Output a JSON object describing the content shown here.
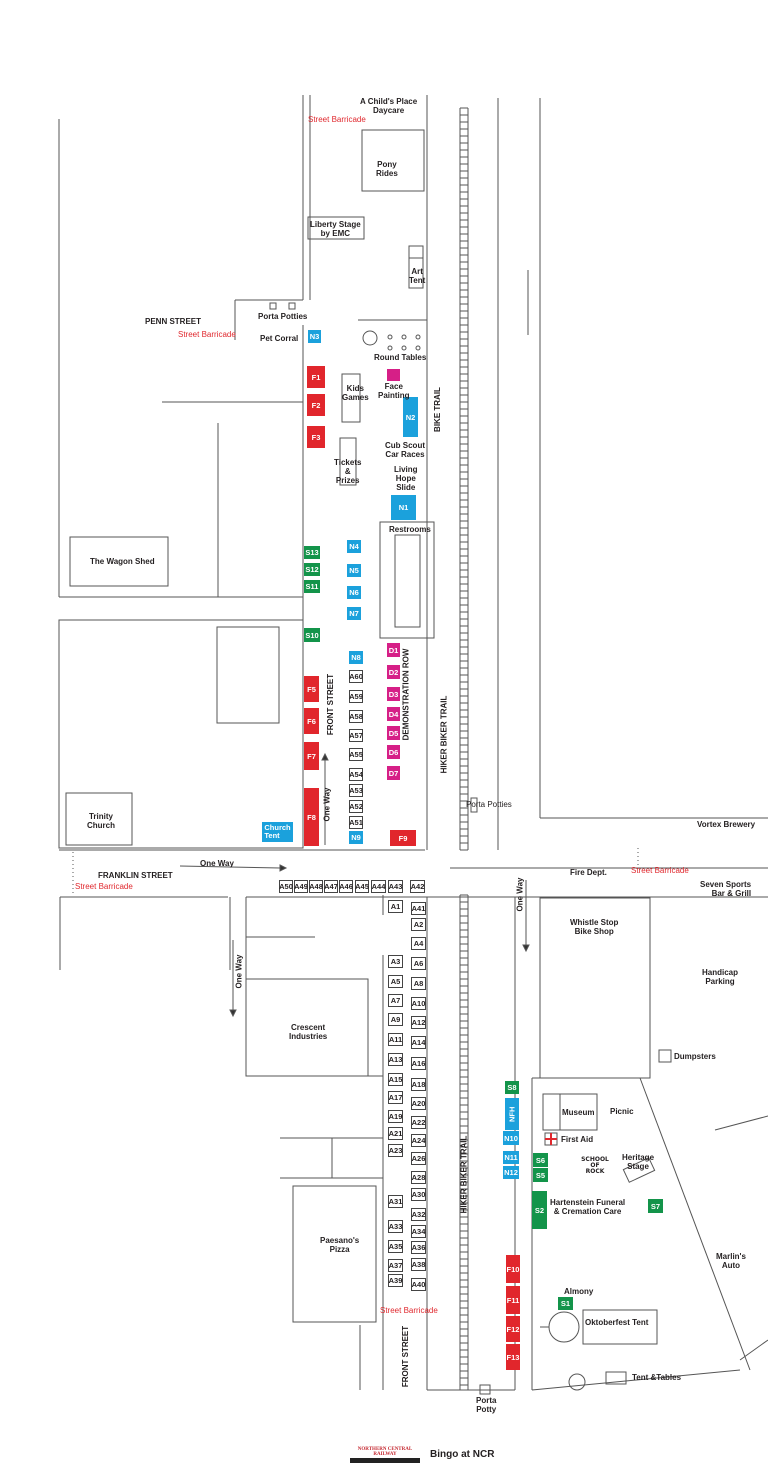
{
  "labels": {
    "daycare": "A Child's Place\nDaycare",
    "pony_rides": "Pony\nRides",
    "liberty_stage": "Liberty Stage\nby EMC",
    "art_tent": "Art\nTent",
    "penn_street": "PENN STREET",
    "porta_potties_top": "Porta Potties",
    "pet_corral": "Pet Corral",
    "round_tables": "Round Tables",
    "kids_games": "Kids\nGames",
    "face_painting": "Face\nPainting",
    "cub_scout": "Cub Scout\nCar Races",
    "bike_trail": "BIKE TRAIL",
    "tickets": "Tickets\n&\nPrizes",
    "living_hope": "Living\nHope\nSlide",
    "restrooms": "Restrooms",
    "wagon_shed": "The Wagon Shed",
    "front_street": "FRONT STREET",
    "demonstration_row": "DEMONSTRATION ROW",
    "hiker_biker_trail": "HIKER BIKER TRAIL",
    "one_way": "One Way",
    "porta_potties_mid": "Porta Potties",
    "trinity_church": "Trinity\nChurch",
    "church_tent": "Church\nTent",
    "vortex_brewery": "Vortex Brewery",
    "franklin_street": "FRANKLIN STREET",
    "fire_dept": "Fire Dept.",
    "seven_sports": "Seven Sports\nBar & Grill",
    "whistle_stop": "Whistle Stop\nBike Shop",
    "handicap_parking": "Handicap\nParking",
    "crescent": "Crescent\nIndustries",
    "dumpsters": "Dumpsters",
    "museum": "Museum",
    "picnic": "Picnic",
    "first_aid": "First Aid",
    "heritage_stage": "Heritage\nStage",
    "hartenstein": "Hartenstein Funeral\n& Cremation Care",
    "paesanos": "Paesano's\nPizza",
    "marlins": "Marlin's\nAuto",
    "almony": "Almony",
    "oktoberfest": "Oktoberfest Tent",
    "tent_tables": "Tent &Tables",
    "porta_potty": "Porta\nPotty",
    "street_barricade": "Street Barricade",
    "school_of_rock": "SCHOOL OF ROCK",
    "footer_logo": "NORTHERN CENTRAL RAILWAY",
    "footer_title": "Bingo at NCR"
  },
  "booths": [
    {
      "label": "F1",
      "color": "red"
    },
    {
      "label": "F2",
      "color": "red"
    },
    {
      "label": "F3",
      "color": "red"
    },
    {
      "label": "F5",
      "color": "red"
    },
    {
      "label": "F6",
      "color": "red"
    },
    {
      "label": "F7",
      "color": "red"
    },
    {
      "label": "F8",
      "color": "red"
    },
    {
      "label": "F9",
      "color": "red"
    },
    {
      "label": "F10",
      "color": "red"
    },
    {
      "label": "F11",
      "color": "red"
    },
    {
      "label": "F12",
      "color": "red"
    },
    {
      "label": "F13",
      "color": "red"
    },
    {
      "label": "N3",
      "color": "blue"
    },
    {
      "label": "N2",
      "color": "blue"
    },
    {
      "label": "N1",
      "color": "blue"
    },
    {
      "label": "N4",
      "color": "blue"
    },
    {
      "label": "N5",
      "color": "blue"
    },
    {
      "label": "N6",
      "color": "blue"
    },
    {
      "label": "N7",
      "color": "blue"
    },
    {
      "label": "N8",
      "color": "blue"
    },
    {
      "label": "N9",
      "color": "blue"
    },
    {
      "label": "NFH",
      "color": "blue"
    },
    {
      "label": "N10",
      "color": "blue"
    },
    {
      "label": "N11",
      "color": "blue"
    },
    {
      "label": "N12",
      "color": "blue"
    },
    {
      "label": "S13",
      "color": "green"
    },
    {
      "label": "S12",
      "color": "green"
    },
    {
      "label": "S11",
      "color": "green"
    },
    {
      "label": "S10",
      "color": "green"
    },
    {
      "label": "S8",
      "color": "green"
    },
    {
      "label": "S6",
      "color": "green"
    },
    {
      "label": "S5",
      "color": "green"
    },
    {
      "label": "S2",
      "color": "green"
    },
    {
      "label": "S7",
      "color": "green"
    },
    {
      "label": "S1",
      "color": "green"
    },
    {
      "label": "D1",
      "color": "magenta"
    },
    {
      "label": "D2",
      "color": "magenta"
    },
    {
      "label": "D3",
      "color": "magenta"
    },
    {
      "label": "D4",
      "color": "magenta"
    },
    {
      "label": "D5",
      "color": "magenta"
    },
    {
      "label": "D6",
      "color": "magenta"
    },
    {
      "label": "D7",
      "color": "magenta"
    },
    {
      "label": "A60",
      "color": "white"
    },
    {
      "label": "A59",
      "color": "white"
    },
    {
      "label": "A58",
      "color": "white"
    },
    {
      "label": "A57",
      "color": "white"
    },
    {
      "label": "A55",
      "color": "white"
    },
    {
      "label": "A54",
      "color": "white"
    },
    {
      "label": "A53",
      "color": "white"
    },
    {
      "label": "A52",
      "color": "white"
    },
    {
      "label": "A51",
      "color": "white"
    },
    {
      "label": "A50",
      "color": "white"
    },
    {
      "label": "A49",
      "color": "white"
    },
    {
      "label": "A48",
      "color": "white"
    },
    {
      "label": "A47",
      "color": "white"
    },
    {
      "label": "A46",
      "color": "white"
    },
    {
      "label": "A45",
      "color": "white"
    },
    {
      "label": "A44",
      "color": "white"
    },
    {
      "label": "A43",
      "color": "white"
    },
    {
      "label": "A42",
      "color": "white"
    },
    {
      "label": "A1",
      "color": "white"
    },
    {
      "label": "A3",
      "color": "white"
    },
    {
      "label": "A5",
      "color": "white"
    },
    {
      "label": "A7",
      "color": "white"
    },
    {
      "label": "A9",
      "color": "white"
    },
    {
      "label": "A11",
      "color": "white"
    },
    {
      "label": "A13",
      "color": "white"
    },
    {
      "label": "A15",
      "color": "white"
    },
    {
      "label": "A17",
      "color": "white"
    },
    {
      "label": "A19",
      "color": "white"
    },
    {
      "label": "A21",
      "color": "white"
    },
    {
      "label": "A23",
      "color": "white"
    },
    {
      "label": "A31",
      "color": "white"
    },
    {
      "label": "A33",
      "color": "white"
    },
    {
      "label": "A35",
      "color": "white"
    },
    {
      "label": "A37",
      "color": "white"
    },
    {
      "label": "A39",
      "color": "white"
    },
    {
      "label": "A41",
      "color": "white"
    },
    {
      "label": "A2",
      "color": "white"
    },
    {
      "label": "A4",
      "color": "white"
    },
    {
      "label": "A6",
      "color": "white"
    },
    {
      "label": "A8",
      "color": "white"
    },
    {
      "label": "A10",
      "color": "white"
    },
    {
      "label": "A12",
      "color": "white"
    },
    {
      "label": "A14",
      "color": "white"
    },
    {
      "label": "A16",
      "color": "white"
    },
    {
      "label": "A18",
      "color": "white"
    },
    {
      "label": "A20",
      "color": "white"
    },
    {
      "label": "A22",
      "color": "white"
    },
    {
      "label": "A24",
      "color": "white"
    },
    {
      "label": "A26",
      "color": "white"
    },
    {
      "label": "A28",
      "color": "white"
    },
    {
      "label": "A30",
      "color": "white"
    },
    {
      "label": "A32",
      "color": "white"
    },
    {
      "label": "A34",
      "color": "white"
    },
    {
      "label": "A36",
      "color": "white"
    },
    {
      "label": "A38",
      "color": "white"
    },
    {
      "label": "A40",
      "color": "white"
    }
  ]
}
